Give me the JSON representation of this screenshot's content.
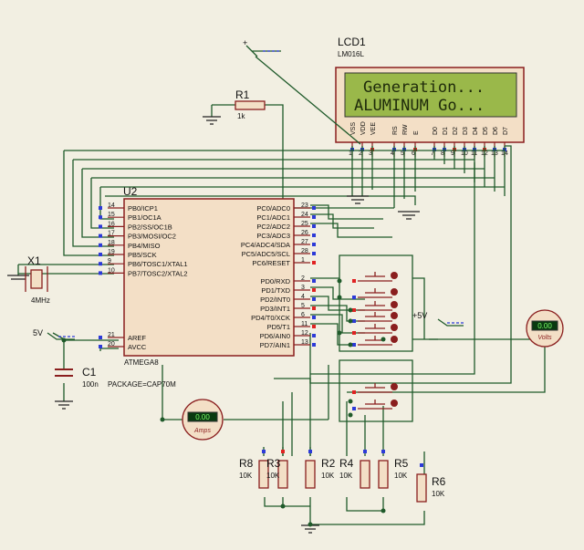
{
  "lcd": {
    "ref": "LCD1",
    "model": "LM016L",
    "line1": "Generation...",
    "line2": "ALUMINUM  Go...",
    "pin_names": [
      "VSS",
      "VDD",
      "VEE",
      "RS",
      "RW",
      "E",
      "D0",
      "D1",
      "D2",
      "D3",
      "D4",
      "D5",
      "D6",
      "D7"
    ],
    "pin_numbers": [
      "1",
      "2",
      "3",
      "4",
      "5",
      "6",
      "7",
      "8",
      "9",
      "10",
      "11",
      "12",
      "13",
      "14"
    ]
  },
  "mcu": {
    "ref": "U2",
    "part": "ATMEGA8",
    "left_pins": [
      {
        "num": "14",
        "name": "PB0/ICP1"
      },
      {
        "num": "15",
        "name": "PB1/OC1A"
      },
      {
        "num": "16",
        "name": "PB2/SS/OC1B"
      },
      {
        "num": "17",
        "name": "PB3/MOSI/OC2"
      },
      {
        "num": "18",
        "name": "PB4/MISO"
      },
      {
        "num": "19",
        "name": "PB5/SCK"
      },
      {
        "num": "9",
        "name": "PB6/TOSC1/XTAL1"
      },
      {
        "num": "10",
        "name": "PB7/TOSC2/XTAL2"
      }
    ],
    "left_pins2": [
      {
        "num": "21",
        "name": "AREF"
      },
      {
        "num": "20",
        "name": "AVCC"
      }
    ],
    "right_pins": [
      {
        "num": "23",
        "name": "PC0/ADC0"
      },
      {
        "num": "24",
        "name": "PC1/ADC1"
      },
      {
        "num": "25",
        "name": "PC2/ADC2"
      },
      {
        "num": "26",
        "name": "PC3/ADC3"
      },
      {
        "num": "27",
        "name": "PC4/ADC4/SDA"
      },
      {
        "num": "28",
        "name": "PC5/ADC5/SCL"
      },
      {
        "num": "1",
        "name": "PC6/RESET"
      }
    ],
    "right_pins2": [
      {
        "num": "2",
        "name": "PD0/RXD"
      },
      {
        "num": "3",
        "name": "PD1/TXD"
      },
      {
        "num": "4",
        "name": "PD2/INT0"
      },
      {
        "num": "5",
        "name": "PD3/INT1"
      },
      {
        "num": "6",
        "name": "PD4/T0/XCK"
      },
      {
        "num": "11",
        "name": "PD5/T1"
      },
      {
        "num": "12",
        "name": "PD6/AIN0"
      },
      {
        "num": "13",
        "name": "PD7/AIN1"
      }
    ]
  },
  "r1": {
    "ref": "R1",
    "value": "1k"
  },
  "x1": {
    "ref": "X1",
    "value": "4MHz"
  },
  "c1": {
    "ref": "C1",
    "value": "100n",
    "package": "PACKAGE=CAP70M"
  },
  "supply": {
    "label_a": "5V",
    "label_b": "+5V",
    "label_c": "+"
  },
  "ammeter": {
    "reading": "0.00",
    "unit": "Amps"
  },
  "voltmeter": {
    "reading": "0.00",
    "unit": "Volts"
  },
  "resistors": [
    {
      "ref": "R8",
      "value": "10K"
    },
    {
      "ref": "R3",
      "value": "10K"
    },
    {
      "ref": "R2",
      "value": "10K"
    },
    {
      "ref": "R4",
      "value": "10K"
    },
    {
      "ref": "R5",
      "value": "10K"
    },
    {
      "ref": "R6",
      "value": "10K"
    }
  ],
  "colors": {
    "background": "#f2efe2",
    "wire": "#1f5a2a",
    "component": "#8a1e1e",
    "chip_fill": "#f3dfc6",
    "lcd_screen": "#9ab84a",
    "lcd_text": "#1e2a0a",
    "pin_blue": "#2c3ad8",
    "pin_red": "#e02222"
  }
}
